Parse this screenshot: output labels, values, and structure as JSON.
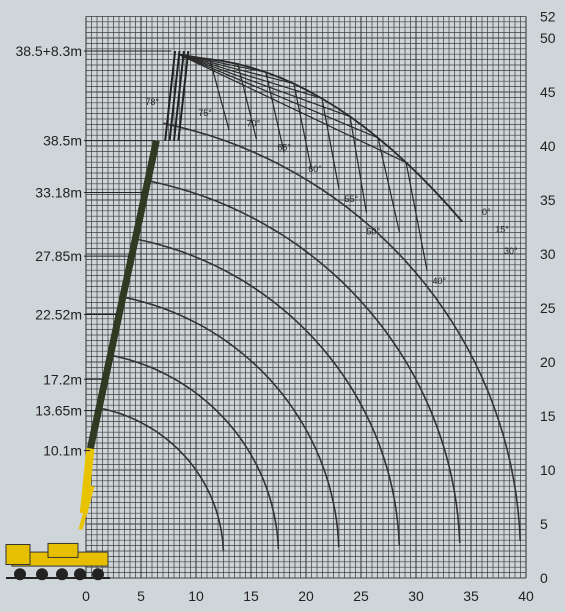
{
  "x_axis": {
    "ticks": [
      "0",
      "5",
      "10",
      "15",
      "20",
      "25",
      "30",
      "35",
      "40"
    ]
  },
  "y_axis": {
    "ticks": [
      "0",
      "5",
      "10",
      "15",
      "20",
      "25",
      "30",
      "35",
      "40",
      "45",
      "50",
      "52"
    ]
  },
  "boom_lengths": [
    "38.5+8.3m",
    "38.5m",
    "33.18m",
    "27.85m",
    "22.52m",
    "17.2m",
    "13.65m",
    "10.1m"
  ],
  "jib_angles": [
    "0°",
    "15°",
    "30°",
    "40°",
    "50°",
    "55°",
    "60°",
    "65°",
    "70°",
    "75°",
    "78°"
  ],
  "colors": {
    "background": "#cfd6d9",
    "grid": "#3d3d3d",
    "boom": "#2f3a22",
    "boom_base": "#e8c400",
    "chassis": "#e6c000"
  }
}
